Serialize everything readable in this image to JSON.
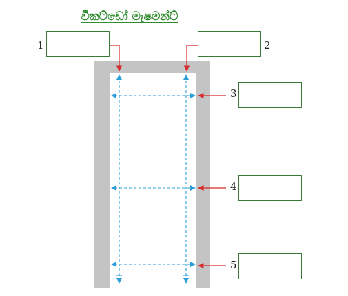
{
  "title": "විකට්ඩෝ මැෂමන්ට්",
  "labels": [
    "1",
    "2",
    "3",
    "4",
    "5"
  ],
  "colors": {
    "title": "#2e8b2e",
    "box_border": "#3c7a3c",
    "frame_fill": "#c4c4c4",
    "pointer_arrow": "#d42b2b",
    "measure_line": "#2b9fd9"
  }
}
